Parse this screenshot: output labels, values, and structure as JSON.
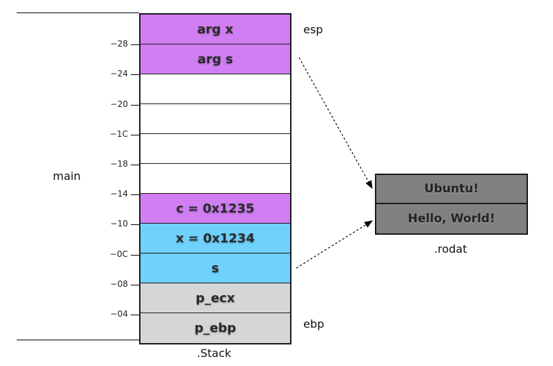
{
  "stack": {
    "title": ".Stack",
    "frame_label": "main",
    "cells": [
      {
        "label": "arg x",
        "color": "#d17ef2"
      },
      {
        "label": "arg s",
        "color": "#d17ef2"
      },
      {
        "label": "",
        "color": "#ffffff"
      },
      {
        "label": "",
        "color": "#ffffff"
      },
      {
        "label": "",
        "color": "#ffffff"
      },
      {
        "label": "",
        "color": "#ffffff"
      },
      {
        "label": "c = 0x1235",
        "color": "#d17ef2"
      },
      {
        "label": "x = 0x1234",
        "color": "#6fd2fb"
      },
      {
        "label": "s",
        "color": "#6fd2fb"
      },
      {
        "label": "p_ecx",
        "color": "#d6d6d6"
      },
      {
        "label": "p_ebp",
        "color": "#d6d6d6"
      }
    ],
    "offsets": [
      "−28",
      "−24",
      "−20",
      "−1C",
      "−18",
      "−14",
      "−10",
      "−0C",
      "−08",
      "−04"
    ],
    "registers": {
      "top": "esp",
      "bottom": "ebp"
    }
  },
  "rodata": {
    "title": ".rodat",
    "cells": [
      {
        "label": "Ubuntu!",
        "color": "#808080"
      },
      {
        "label": "Hello, World!",
        "color": "#808080"
      }
    ]
  }
}
